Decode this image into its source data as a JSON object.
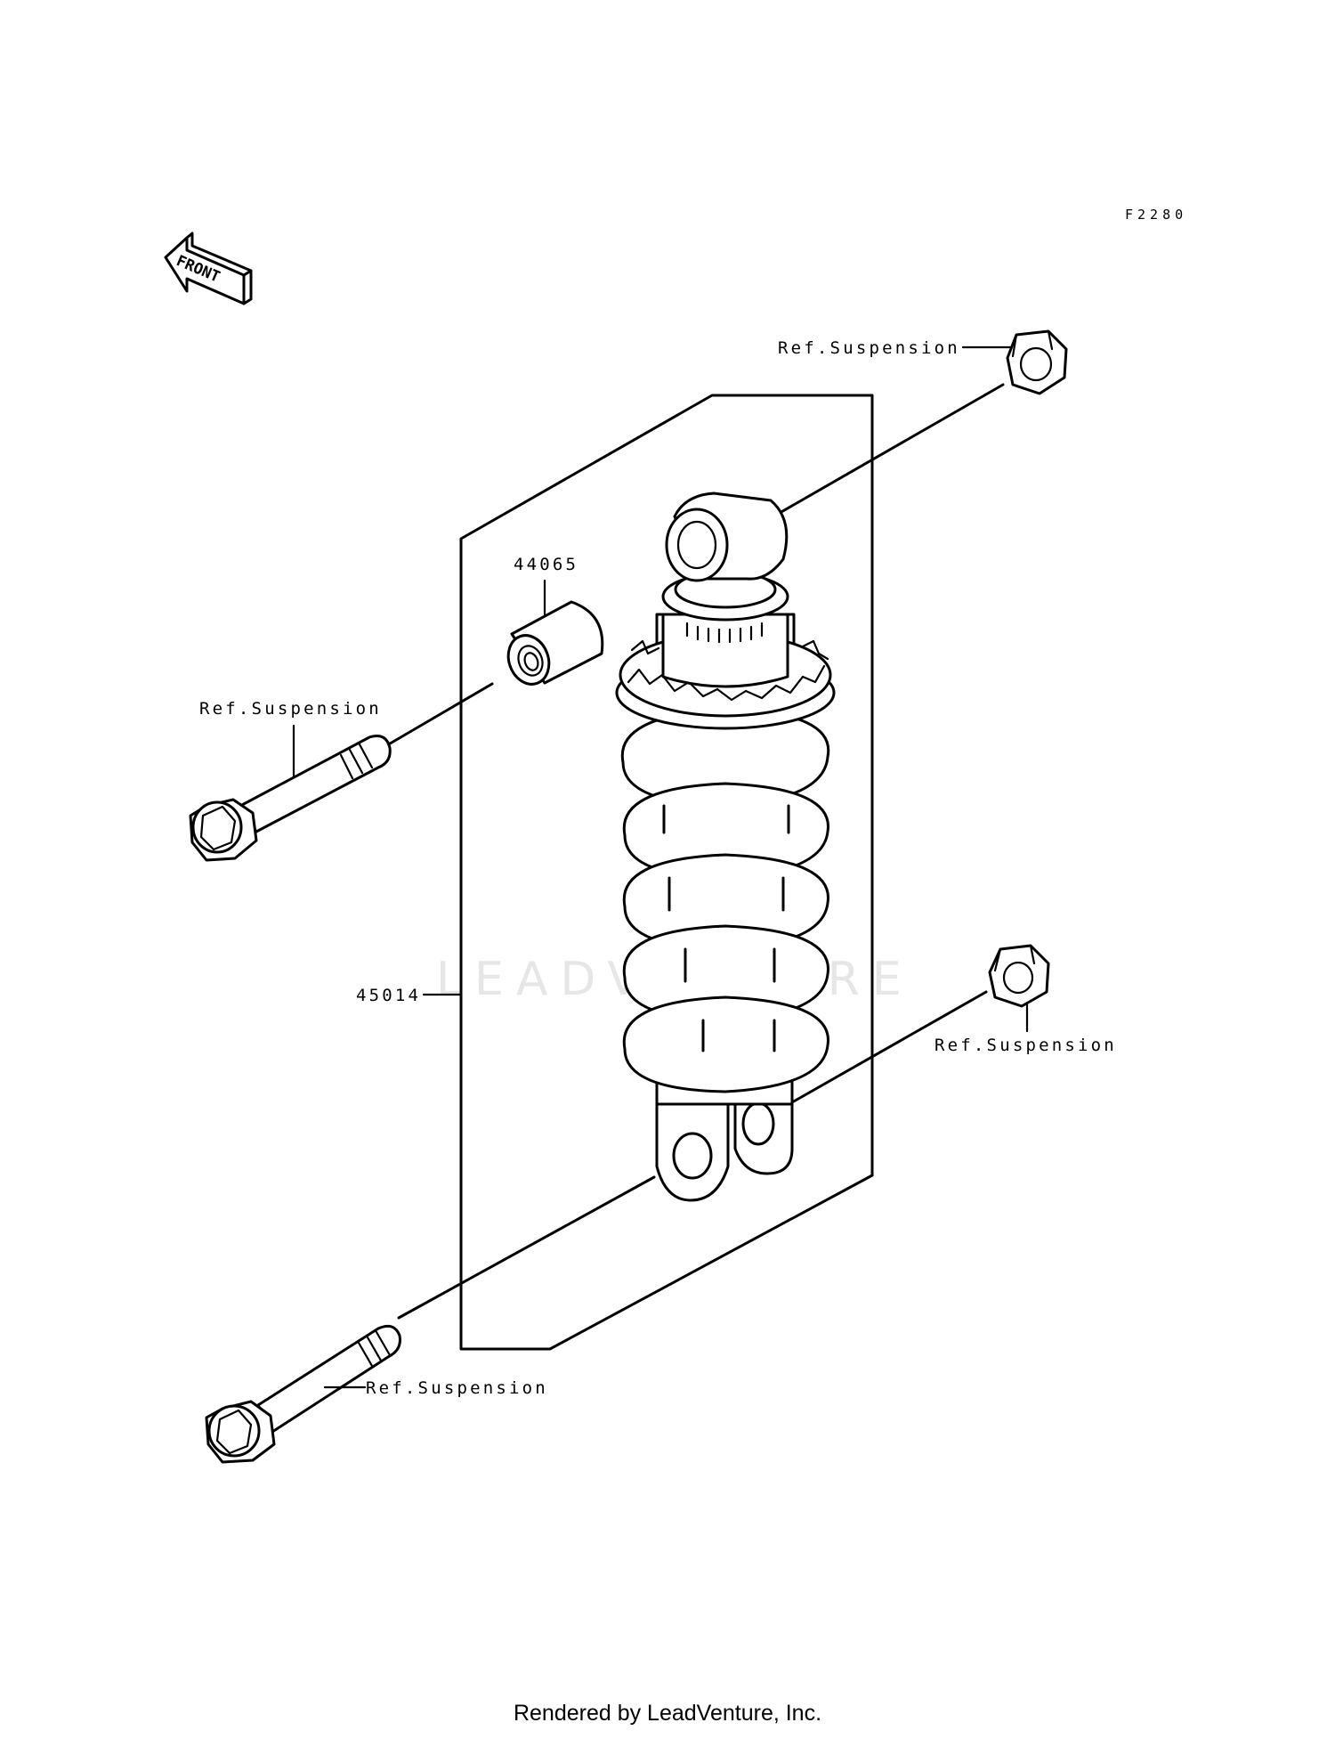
{
  "figure": {
    "code": "F2280"
  },
  "direction": {
    "label": "FRONT"
  },
  "watermark": {
    "text": "LEADVENTURE"
  },
  "callouts": {
    "top_nut": "Ref.Suspension",
    "top_bolt": "Ref.Suspension",
    "bushing": "44065",
    "shock_absorber": "45014",
    "lower_nut": "Ref.Suspension",
    "lower_bolt": "Ref.Suspension"
  },
  "footer": {
    "text": "Rendered by LeadVenture, Inc."
  }
}
